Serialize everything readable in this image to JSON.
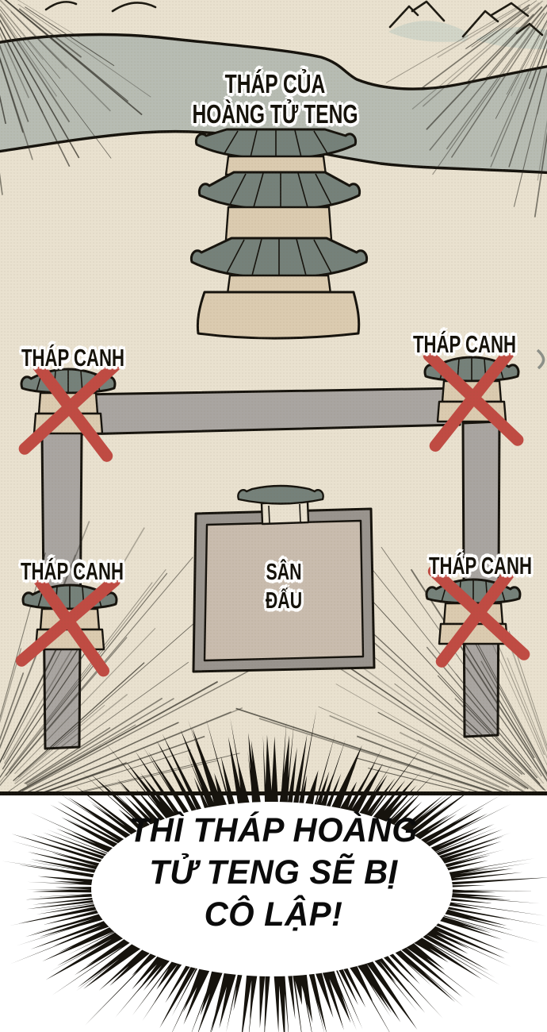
{
  "colors": {
    "parchment": "#e9e1cf",
    "ink": "#16130d",
    "river": "#b7bcb3",
    "roof": "#75817a",
    "building": "#dbcbb0",
    "wall": "#a9a5a1",
    "arena_border": "#99948e",
    "arena_floor": "#c9bcae",
    "x_mark": "#c04b43",
    "bubble_bg": "#ffffff"
  },
  "map": {
    "prince_tower_label": {
      "line1": "THÁP CỦA",
      "line2": "HOÀNG TỬ TENG"
    },
    "watchtowers": {
      "top_left": {
        "label": "THÁP CANH"
      },
      "top_right": {
        "label": "THÁP CANH"
      },
      "bottom_left": {
        "label": "THÁP CANH"
      },
      "bottom_right": {
        "label": "THÁP CANH"
      }
    },
    "arena_label": {
      "line1": "SÂN",
      "line2": "ĐẤU"
    }
  },
  "speech_bubble": {
    "line1": "THÌ THÁP HOÀNG",
    "line2": "TỬ TENG SẼ BỊ",
    "line3": "CÔ LẬP!"
  }
}
